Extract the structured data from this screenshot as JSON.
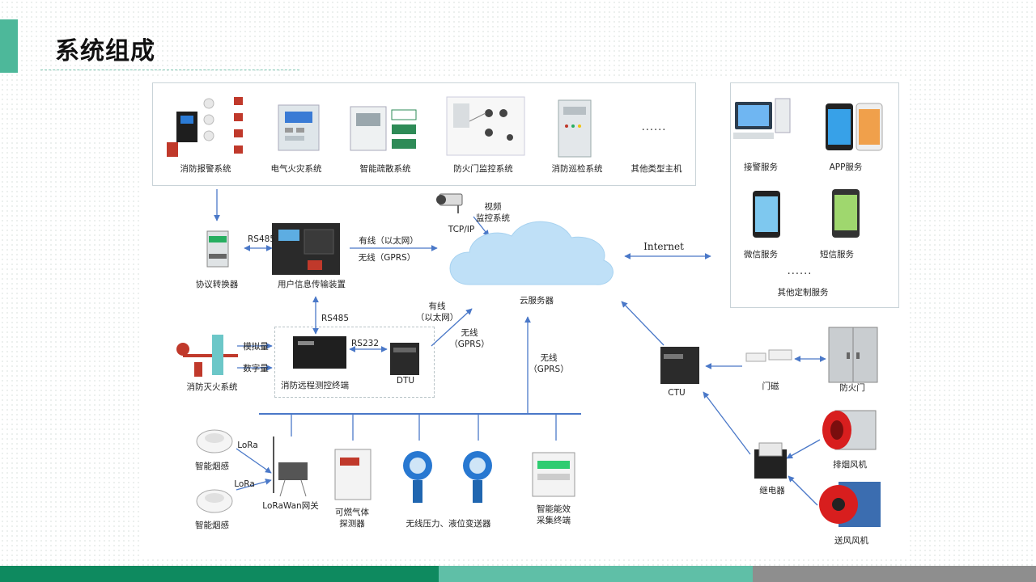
{
  "title": "系统组成",
  "top_systems": [
    "消防报警系统",
    "电气火灾系统",
    "智能疏散系统",
    "防火门监控系统",
    "消防巡检系统",
    "其他类型主机"
  ],
  "top_more": "......",
  "services": {
    "alarm": "接警服务",
    "app": "APP服务",
    "wechat": "微信服务",
    "sms": "短信服务",
    "more": "......",
    "custom": "其他定制服务"
  },
  "devices": {
    "converter": "协议转换器",
    "transmitter": "用户信息传输装置",
    "video_l1": "视频",
    "video_l2": "监控系统",
    "cloud": "云服务器",
    "extinguish": "消防灭火系统",
    "remote_terminal": "消防远程测控终端",
    "dtu": "DTU",
    "ctu": "CTU",
    "door_magnet": "门磁",
    "fire_door": "防火门",
    "smoke1": "智能烟感",
    "smoke2": "智能烟感",
    "gateway": "LoRaWan网关",
    "gas_l1": "可燃气体",
    "gas_l2": "探测器",
    "pressure": "无线压力、液位变送器",
    "energy_l1": "智能能效",
    "energy_l2": "采集终端",
    "exhaust_fan": "排烟风机",
    "relay": "继电器",
    "supply_fan": "送风风机"
  },
  "links": {
    "rs485_a": "RS485",
    "wired": "有线（以太网）",
    "wireless": "无线（GPRS）",
    "tcpip": "TCP/IP",
    "internet": "Internet",
    "rs485_b": "RS485",
    "analog": "模拟量",
    "digital": "数字量",
    "rs232": "RS232",
    "wired2_l1": "有线",
    "wired2_l2": "（以太网）",
    "wireless2_l1": "无线",
    "wireless2_l2": "（GPRS）",
    "wireless3_l1": "无线",
    "wireless3_l2": "（GPRS）",
    "lora1": "LoRa",
    "lora2": "LoRa"
  },
  "colors": {
    "accent": "#4db89a",
    "footer_dark": "#0e8a5f",
    "footer_mid": "#5fbfa7",
    "footer_gray": "#8e8e8e",
    "connector": "#4a78c8"
  }
}
